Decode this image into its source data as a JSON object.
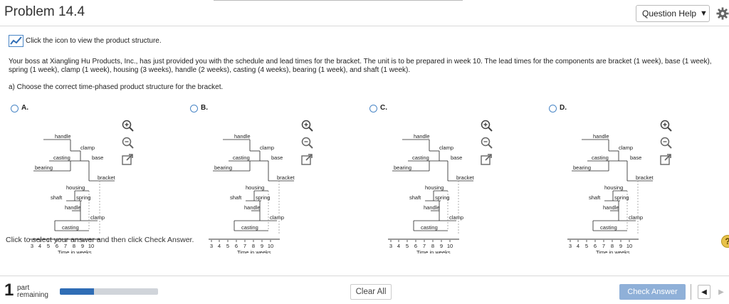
{
  "header": {
    "title": "Problem 14.4",
    "help_button": "Question Help",
    "help_caret": "▼"
  },
  "problem": {
    "structure_link": "Click the icon to view the product structure.",
    "text": "Your boss at Xiangling Hu Products, Inc., has just provided you with the schedule and lead times for the bracket. The unit is to be prepared in week 10. The lead times for the components are bracket (1 week), base (1 week), spring (1 week), clamp (1 week), housing (3 weeks), handle (2 weeks), casting (4 weeks), bearing (1 week), and shaft (1 week).",
    "question_a": "a) Choose the correct time-phased product structure for the bracket."
  },
  "diagram_labels": {
    "handle": "handle",
    "clamp": "clamp",
    "casting": "casting",
    "base": "base",
    "bearing": "bearing",
    "bracket": "bracket",
    "housing": "housing",
    "shaft": "shaft",
    "spring": "spring",
    "axis_label": "Time in weeks",
    "ticks": [
      "3",
      "4",
      "5",
      "6",
      "7",
      "8",
      "9",
      "10"
    ]
  },
  "options": [
    {
      "label": "A."
    },
    {
      "label": "B."
    },
    {
      "label": "C."
    },
    {
      "label": "D."
    }
  ],
  "instruction": "Click to select your answer and then click Check Answer.",
  "footer": {
    "parts_count": "1",
    "parts_label_1": "part",
    "parts_label_2": "remaining",
    "progress_fraction": 0.35,
    "clear_button": "Clear All",
    "check_button": "Check Answer",
    "prev": "◀",
    "next": "▶"
  },
  "colors": {
    "accent": "#2f6db5",
    "check_button": "#8fb0d8"
  },
  "icons": [
    "chart-icon",
    "gear-icon",
    "zoom-in-icon",
    "zoom-out-icon",
    "popout-icon",
    "help-icon"
  ]
}
